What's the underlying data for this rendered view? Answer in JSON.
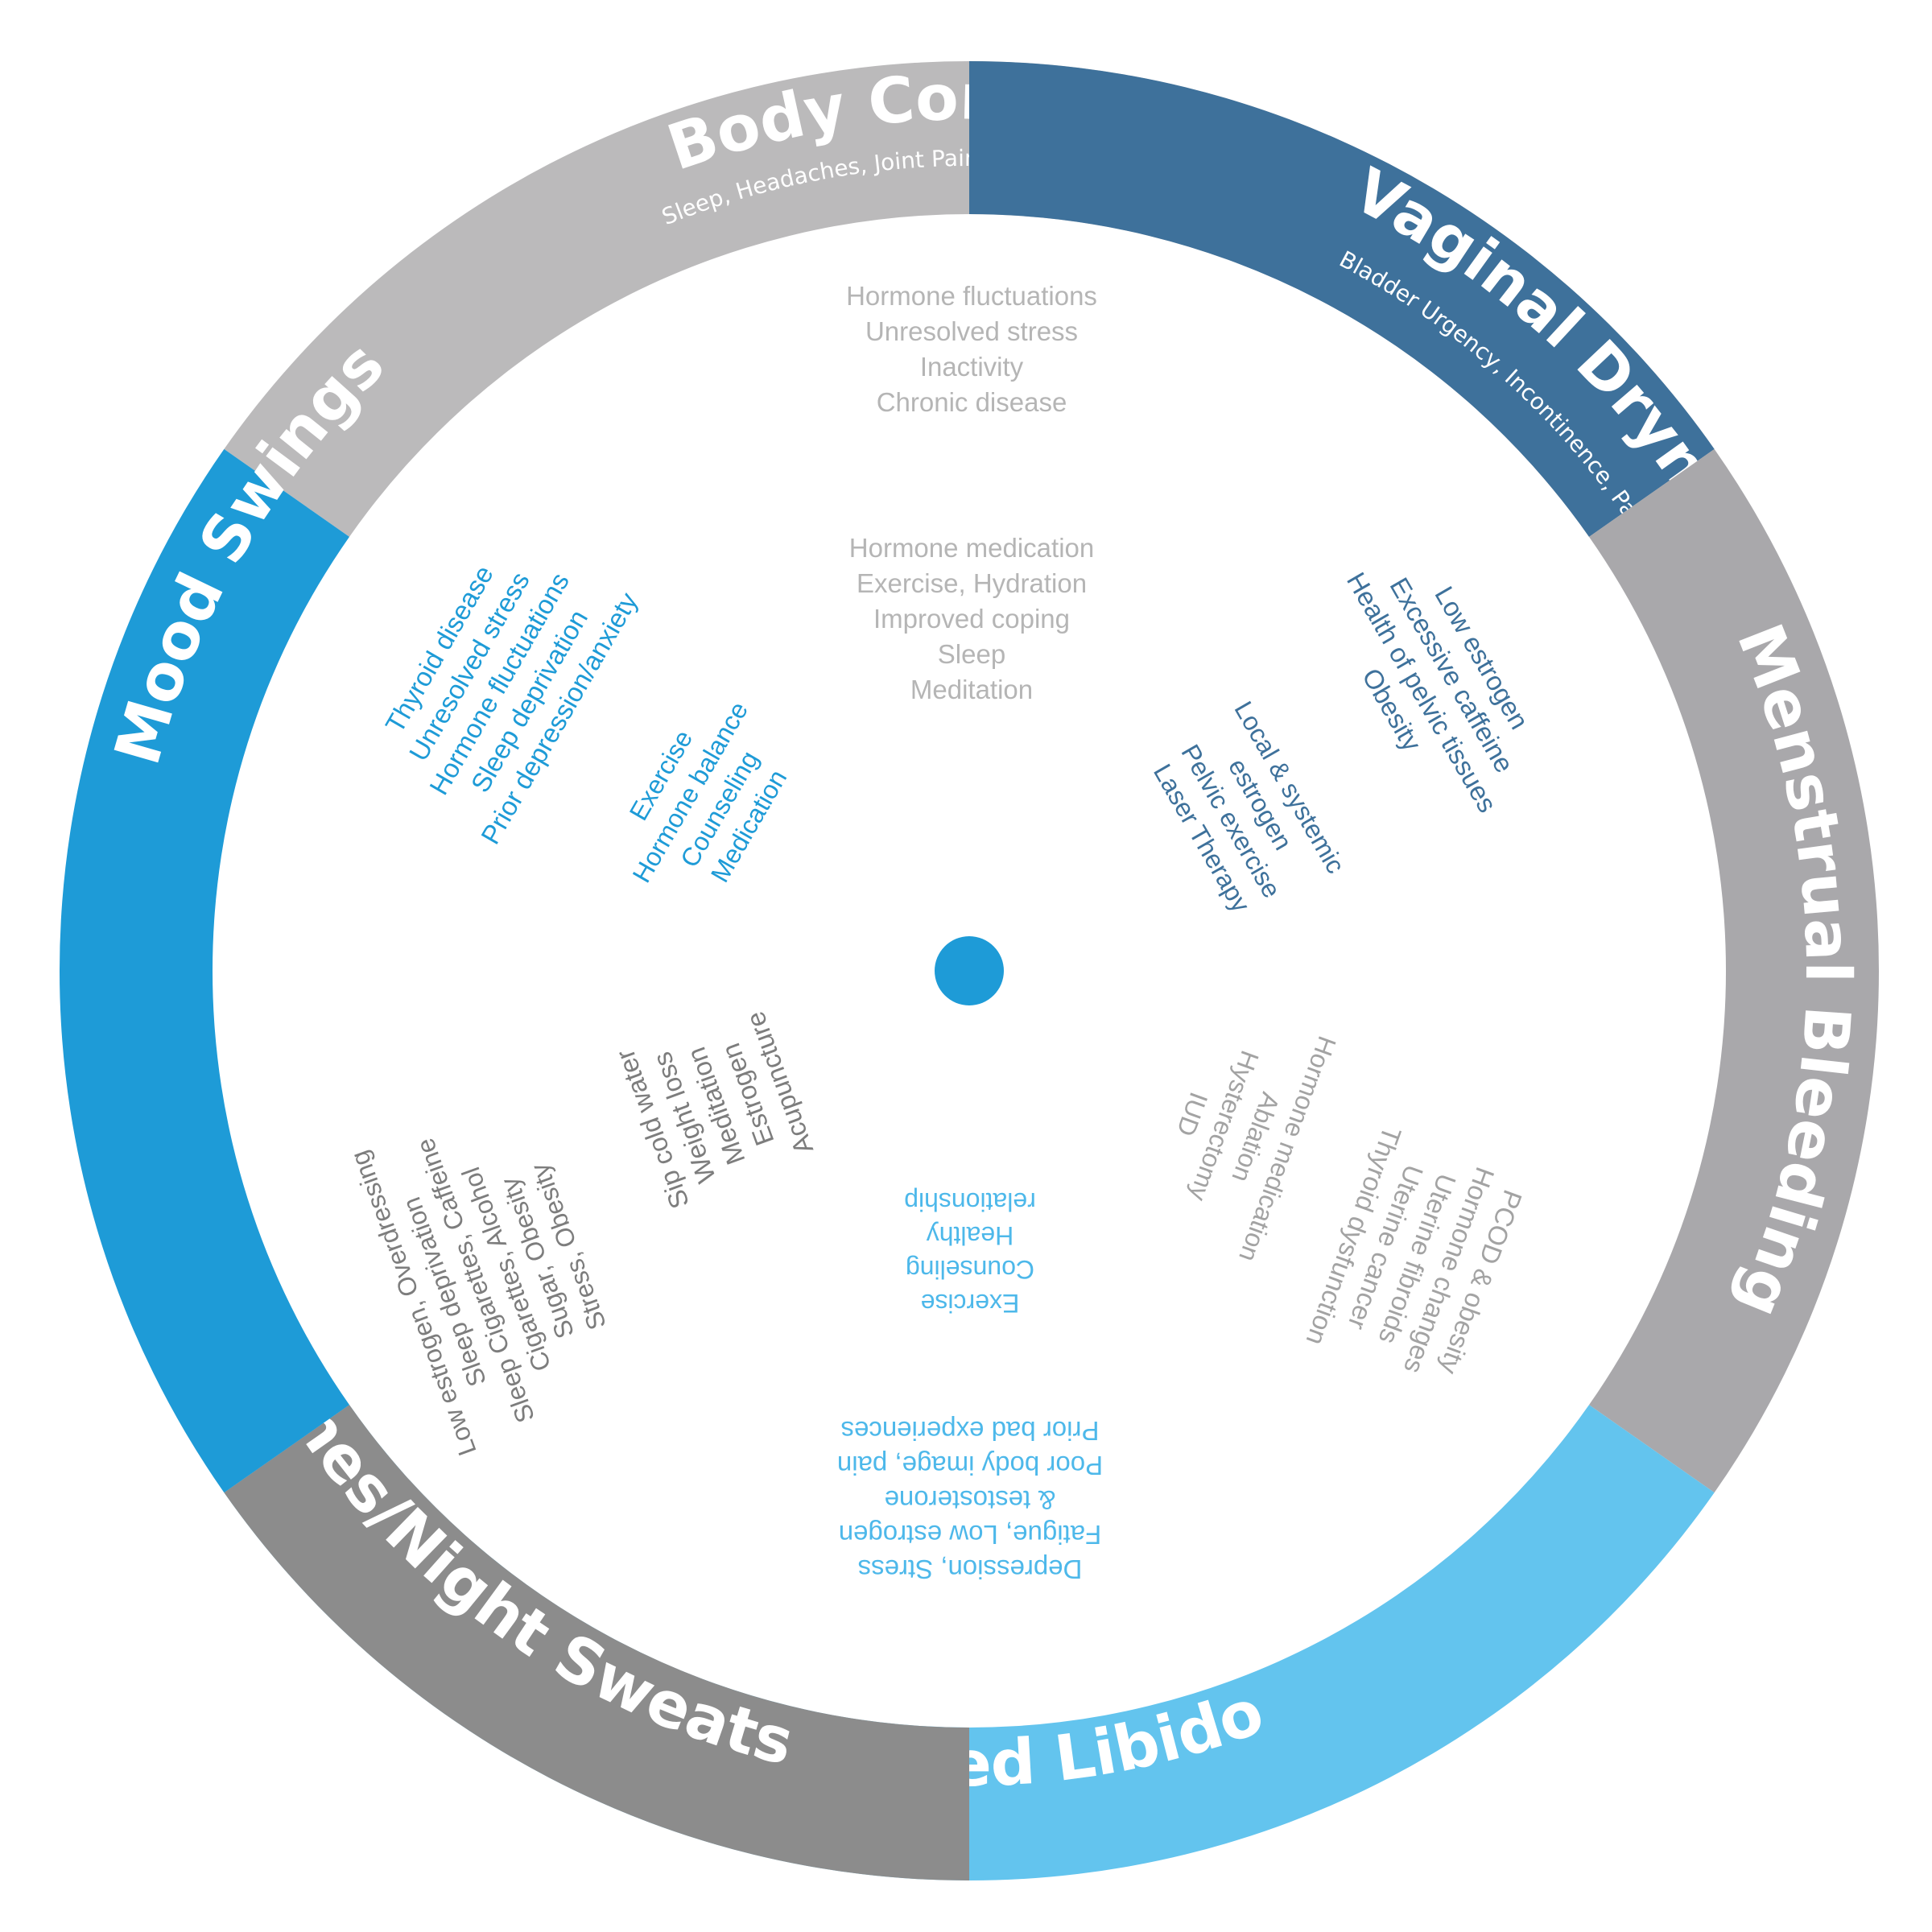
{
  "center_color": "#1e9bd7",
  "segments": [
    {
      "key": "body",
      "title": "Body Complaints",
      "subtitle": "Sleep, Headaches, Joint Pain, Heart Racing, Breast Pain",
      "color": "#bbbabb",
      "causes": [
        "Hormone fluctuations",
        "Unresolved stress",
        "Inactivity",
        "Chronic disease"
      ],
      "causes_color": "#b5b5b5",
      "treatments": [
        "Hormone medication",
        "Exercise, Hydration",
        "Improved coping",
        "Sleep",
        "Meditation"
      ],
      "treatments_color": "#b5b5b5"
    },
    {
      "key": "vaginal",
      "title": "Vaginal Dryness",
      "subtitle": "Bladder Urgency, Incontinence, Painful Sex",
      "color": "#3e719b",
      "causes": [
        "Low estrogen",
        "Excessive caffeine",
        "Health of pelvic tissues",
        "Obesity"
      ],
      "causes_color": "#3e719b",
      "treatments": [
        "Local & systemic",
        "estrogen",
        "Pelvic exercise",
        "Laser Therapy"
      ],
      "treatments_color": "#3e719b"
    },
    {
      "key": "menstrual",
      "title": "Menstrual Bleeding",
      "subtitle": "",
      "color": "#a9a8ab",
      "causes": [
        "PCOD & obesity",
        "Hormone changes",
        "Uterine fibroids",
        "Uterine cancer",
        "Thyroid dysfunction"
      ],
      "causes_color": "#a3a3a3",
      "treatments": [
        "Hormone medication",
        "Ablation",
        "Hysterectomy",
        "IUD"
      ],
      "treatments_color": "#a3a3a3"
    },
    {
      "key": "libido",
      "title": "Decreased Libido",
      "subtitle": "",
      "color": "#63c4ee",
      "causes": [
        "Depression, Stress",
        "Fatigue, Low estrogen",
        "& testosterone",
        "Poor body image, pain",
        "Prior bad experiences"
      ],
      "causes_color": "#4db8ea",
      "treatments": [
        "Exercise",
        "Counseling",
        "Healthy",
        "relationship"
      ],
      "treatments_color": "#4db8ea"
    },
    {
      "key": "hot",
      "title": "Hot Flashes/Night Sweats",
      "subtitle": "",
      "color": "#8c8c8c",
      "causes": [
        "Low estrogen, Overdressing",
        "Sleep deprivation",
        "Sleep Cigarettes, Caffeine",
        "Cigarettes, Alcohol",
        "Sugar, Obesity",
        "Stress, Obesity"
      ],
      "causes_color": "#7d7d7d",
      "treatments": [
        "Sip cold water",
        "Weight loss",
        "Meditation",
        "Estrogen",
        "Acupuncture"
      ],
      "treatments_color": "#7d7d7d"
    },
    {
      "key": "mood",
      "title": "Mood Swings",
      "subtitle": "",
      "color": "#1e9bd7",
      "causes": [
        "Thyroid disease",
        "Unresolved stress",
        "Hormone fluctuations",
        "Sleep deprivation",
        "Prior depression/anxiety"
      ],
      "causes_color": "#1e9bd7",
      "treatments": [
        "Exercise",
        "Hormone balance",
        "Counseling",
        "Medication"
      ],
      "treatments_color": "#1e9bd7"
    }
  ]
}
